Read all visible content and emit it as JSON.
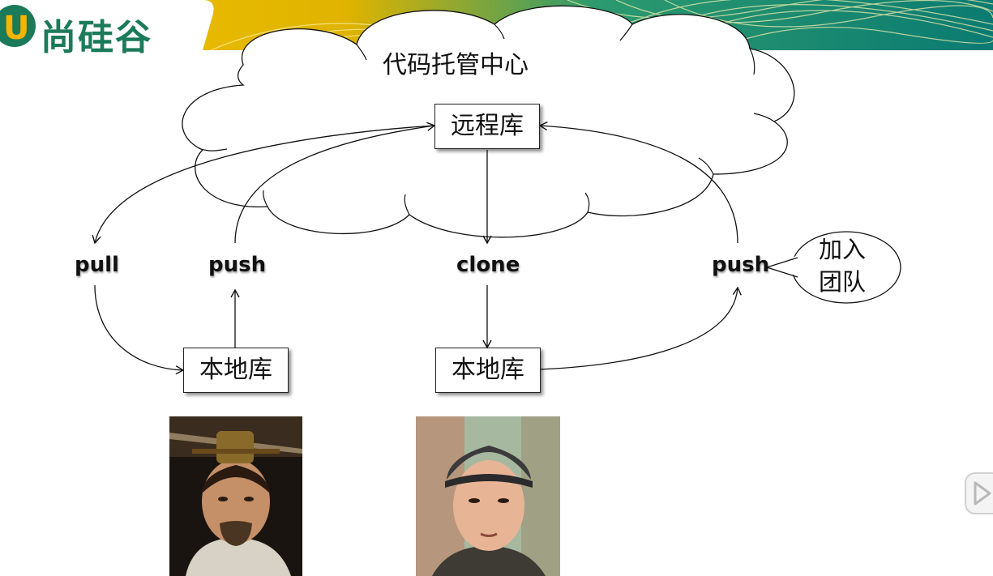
{
  "brand": {
    "name": "尚硅谷",
    "accent": "#f6b300",
    "logo_green": "#1a7a5a",
    "banner_green": "#0f7f6e"
  },
  "diagram": {
    "cloud_label": "代码托管中心",
    "remote_repo": "远程库",
    "local_repo_left": "本地库",
    "local_repo_right": "本地库",
    "action_pull": "pull",
    "action_push_left": "push",
    "action_clone": "clone",
    "action_push_right": "push",
    "callout": "加入\n团队",
    "callout_line1": "加入",
    "callout_line2": "团队"
  },
  "photos": [
    {
      "name": "person-with-hat-photo",
      "icon": "portrait-bearded-man"
    },
    {
      "name": "young-man-photo",
      "icon": "portrait-young-man"
    }
  ],
  "controls": {
    "play_icon": "play-icon"
  }
}
